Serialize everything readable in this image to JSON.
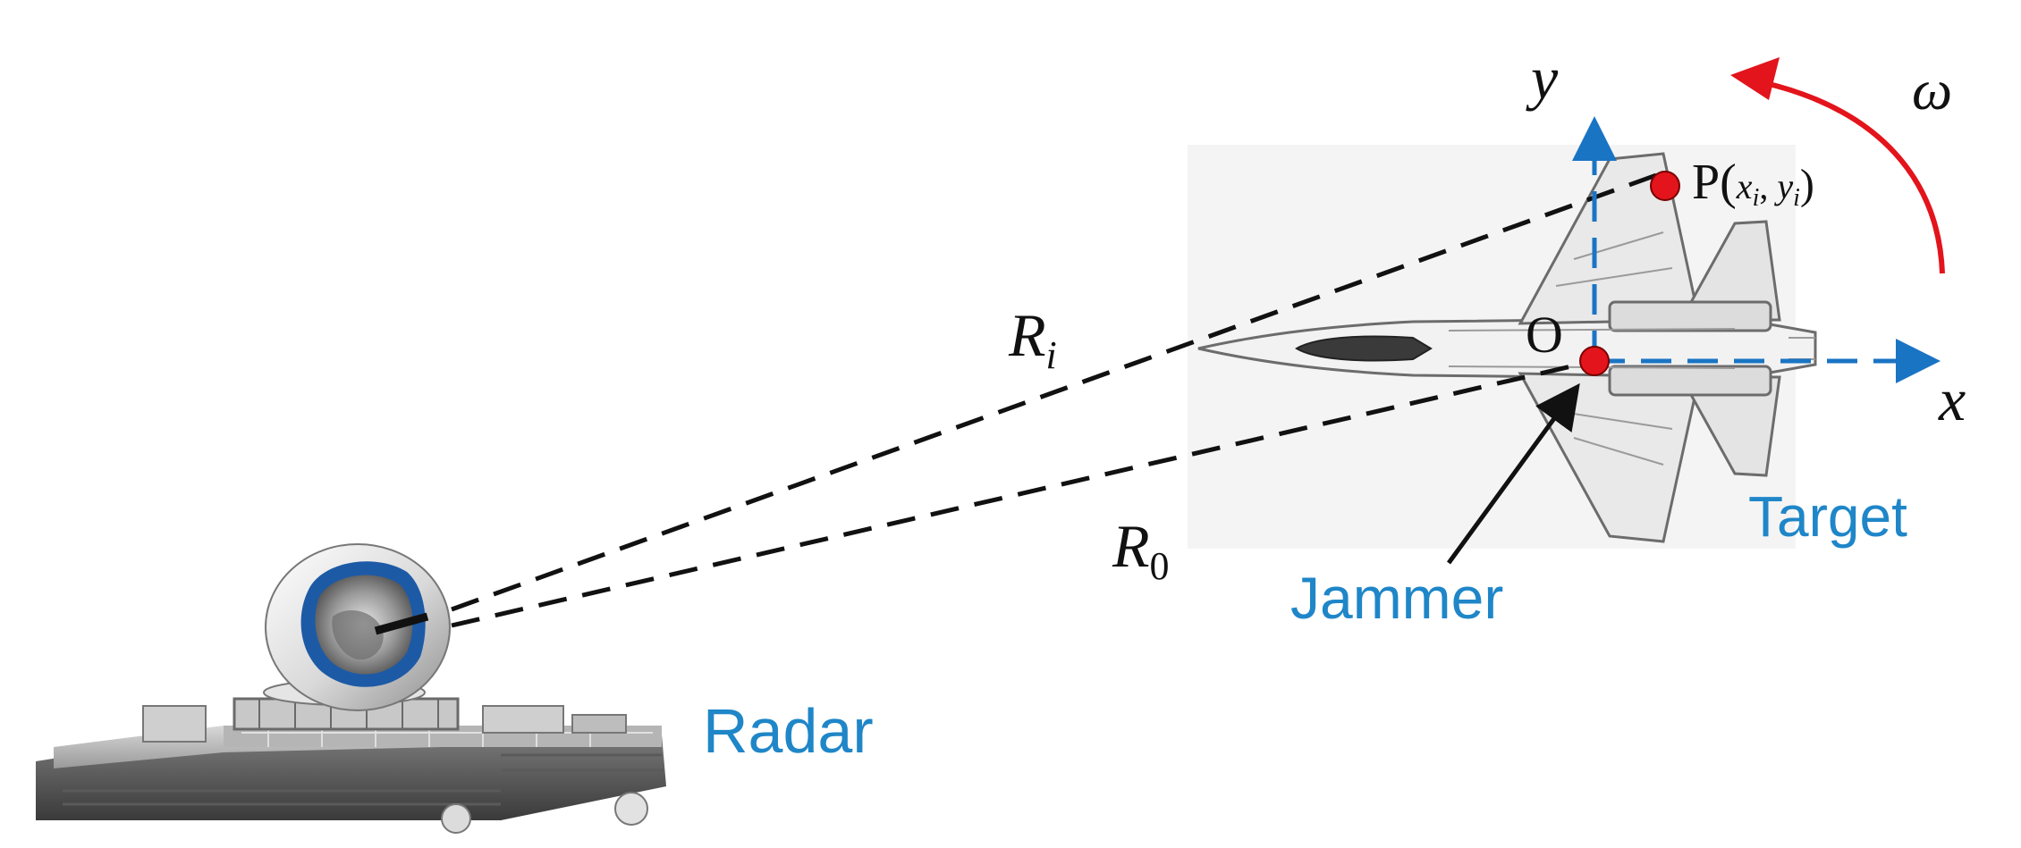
{
  "labels": {
    "radar": "Radar",
    "jammer": "Jammer",
    "target": "Target",
    "range_scatter": "R",
    "range_scatter_sub": "i",
    "range_center": "R",
    "range_center_sub": "0",
    "axis_x": "x",
    "axis_y": "y",
    "origin": "O",
    "point_p": "P(",
    "point_p_x": "x",
    "point_p_x_sub": "i",
    "point_p_comma": ", ",
    "point_p_y": "y",
    "point_p_y_sub": "i",
    "point_p_close": ")",
    "rotation": "ω"
  },
  "colors": {
    "label_blue": "#1f86c8",
    "axis_blue": "#1a74c4",
    "marker_red": "#e3141b",
    "rotation_red": "#e3141b",
    "dash_black": "#111111"
  }
}
